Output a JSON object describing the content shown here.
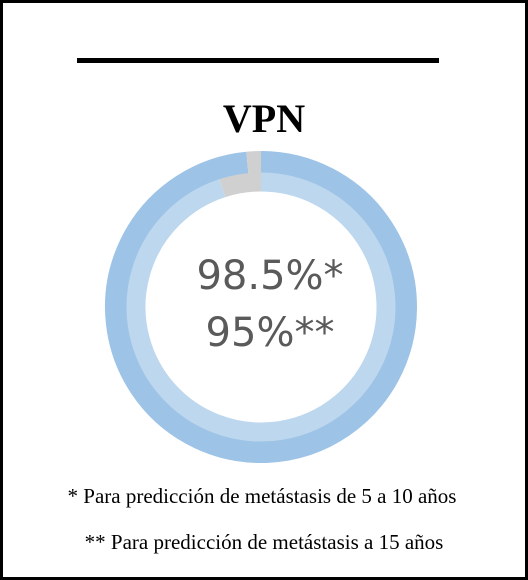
{
  "title": "VPN",
  "chart_data": {
    "type": "pie",
    "style": "concentric-donut",
    "title": "VPN",
    "series": [
      {
        "label": "98.5%*",
        "value": 98.5,
        "remainder": 1.5,
        "color": "#9dc3e6",
        "remainder_color": "#d0d0d0"
      },
      {
        "label": "95%**",
        "value": 95,
        "remainder": 5,
        "color": "#bdd7ee",
        "remainder_color": "#d0d0d0"
      }
    ],
    "center_labels": [
      "98.5%*",
      "95%**"
    ]
  },
  "footnotes": [
    "* Para predicción de metástasis de 5 a 10 años",
    "** Para predicción de metástasis a 15 años"
  ]
}
